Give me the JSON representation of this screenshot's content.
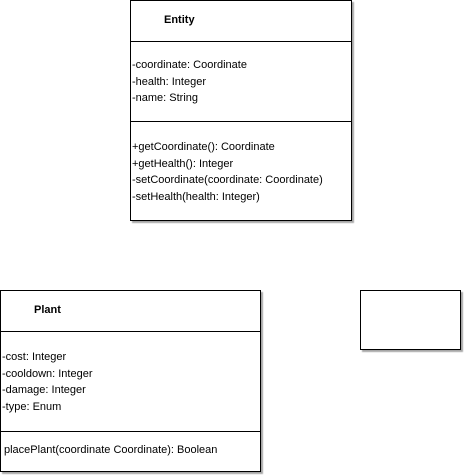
{
  "entity": {
    "name": "Entity",
    "attributes": [
      "-coordinate: Coordinate",
      "-health: Integer",
      "-name: String"
    ],
    "methods": [
      "+getCoordinate(): Coordinate",
      "+getHealth(): Integer",
      "-setCoordinate(coordinate: Coordinate)",
      "-setHealth(health: Integer)"
    ]
  },
  "plant": {
    "name": "Plant",
    "attributes": [
      "-cost: Integer",
      "-cooldown: Integer",
      "-damage: Integer",
      "-type: Enum"
    ],
    "methods": [
      "placePlant(coordinate Coordinate): Boolean"
    ]
  }
}
